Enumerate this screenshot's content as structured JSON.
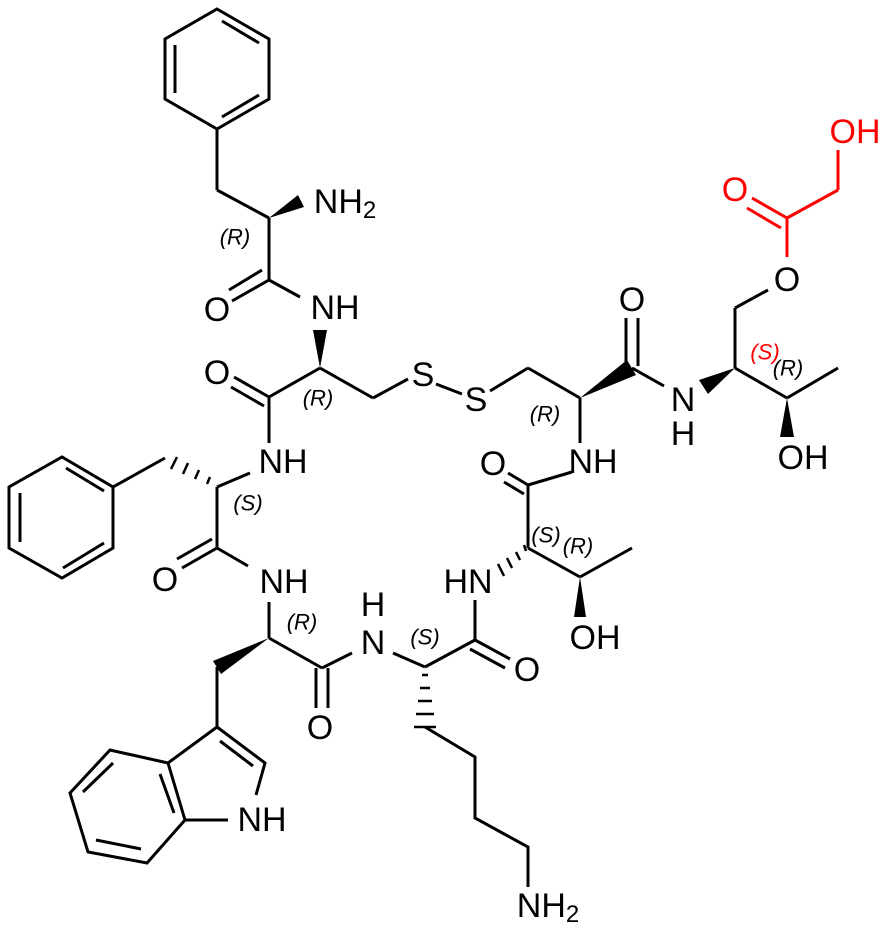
{
  "colors": {
    "bond": "#000000",
    "highlight": "#ff0000"
  },
  "atoms": {
    "nh2_top": {
      "main": "NH",
      "sub": "2"
    },
    "o1": "O",
    "nh1": "NH",
    "o2": "O",
    "s1": "S",
    "s2": "S",
    "o3": "O",
    "n_thr": "N",
    "h_thr": "H",
    "o_ester": "O",
    "o_carbonyl_red": "O",
    "oh_red": "OH",
    "oh_thr": "OH",
    "nh_cys2": "NH",
    "o4": "O",
    "nh2": "NH",
    "o5": "O",
    "nh3": "NH",
    "h_lys": "H",
    "n_lys": "N",
    "o6": "O",
    "hn_thr2": "HN",
    "oh_thr2": "OH",
    "o7": "O",
    "nh_indole": "NH",
    "nh2_lys": {
      "main": "NH",
      "sub": "2"
    }
  },
  "stereo": {
    "phe1": "(R)",
    "cys1": "(R)",
    "cys2": "(R)",
    "throl_c2": "(S)",
    "throl_c3": "(R)",
    "phe2": "(S)",
    "trp": "(R)",
    "lys": "(S)",
    "thr_ca": "(S)",
    "thr_cb": "(R)"
  }
}
